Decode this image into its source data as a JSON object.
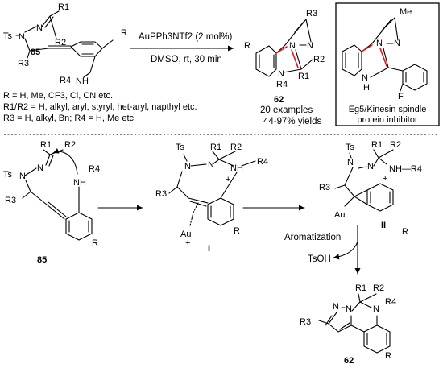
{
  "reaction": {
    "reagent": "AuPPh3NTf2 (2 mol%)",
    "conditions": "DMSO, rt, 30 min",
    "examples": "20 examples",
    "yields": "44-97% yields",
    "substituents": [
      "R = H, Me, CF3, Cl, CN etc.",
      "R1/R2 = H, alkyl, aryl, styryl, het-aryl, napthyl etc.",
      "R3 = H, alkyl, Bn; R4 = H, Me etc."
    ]
  },
  "inhibitor": {
    "caption_line1": "Eg5/Kinesin spindle",
    "caption_line2": "protein inhibitor"
  },
  "compounds": {
    "start": "85",
    "product": "62",
    "intermediate1": "I",
    "intermediate2": "II"
  },
  "mechanism": {
    "aromatization": "Aromatization",
    "byproduct": "TsOH"
  },
  "atoms": {
    "Ts": "Ts",
    "N": "N",
    "NH": "NH",
    "H": "H",
    "F": "F",
    "Me": "Me",
    "Au": "Au",
    "R": "R",
    "R1": "R1",
    "R2": "R2",
    "R3": "R3",
    "R4": "R4",
    "plus": "+",
    "minus": "−",
    "NHR4": "NH—R4"
  },
  "colors": {
    "highlight": "#e8141b",
    "frame": "#000000"
  }
}
